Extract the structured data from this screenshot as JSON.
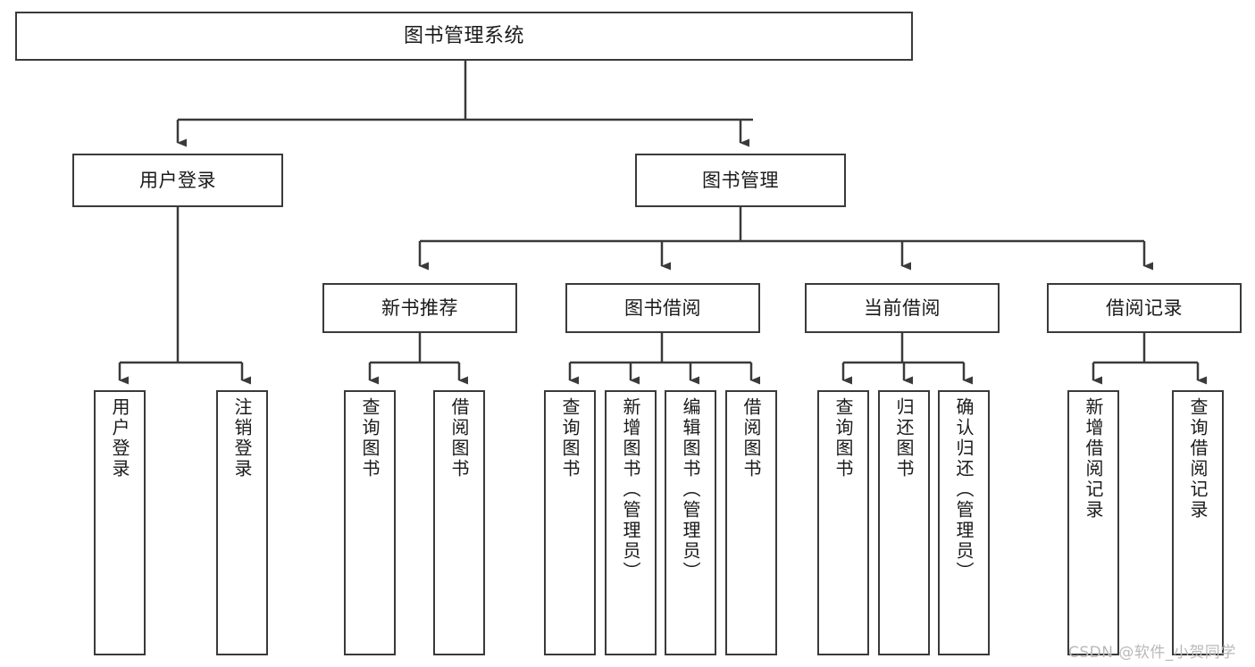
{
  "diagram": {
    "type": "tree",
    "title": "图书管理系统",
    "root": {
      "label": "图书管理系统"
    },
    "level2": [
      {
        "label": "用户登录"
      },
      {
        "label": "图书管理"
      }
    ],
    "level3": [
      {
        "label": "新书推荐"
      },
      {
        "label": "图书借阅"
      },
      {
        "label": "当前借阅"
      },
      {
        "label": "借阅记录"
      }
    ],
    "leaves": {
      "user_login": [
        {
          "label": "用户登录"
        },
        {
          "label": "注销登录"
        }
      ],
      "new_book": [
        {
          "label": "查询图书"
        },
        {
          "label": "借阅图书"
        }
      ],
      "book_borrow": [
        {
          "label": "查询图书"
        },
        {
          "label": "新增图书（管理员）"
        },
        {
          "label": "编辑图书（管理员）"
        },
        {
          "label": "借阅图书"
        }
      ],
      "current_borrow": [
        {
          "label": "查询图书"
        },
        {
          "label": "归还图书"
        },
        {
          "label": "确认归还（管理员）"
        }
      ],
      "borrow_record": [
        {
          "label": "新增借阅记录"
        },
        {
          "label": "查询借阅记录"
        }
      ]
    }
  },
  "watermark": {
    "text": "CSDN @软件_小贺同学"
  },
  "colors": {
    "stroke": "#3a3a3a",
    "fill": "#ffffff",
    "text": "#1a1a1a",
    "watermark": "#b9b9b9"
  }
}
